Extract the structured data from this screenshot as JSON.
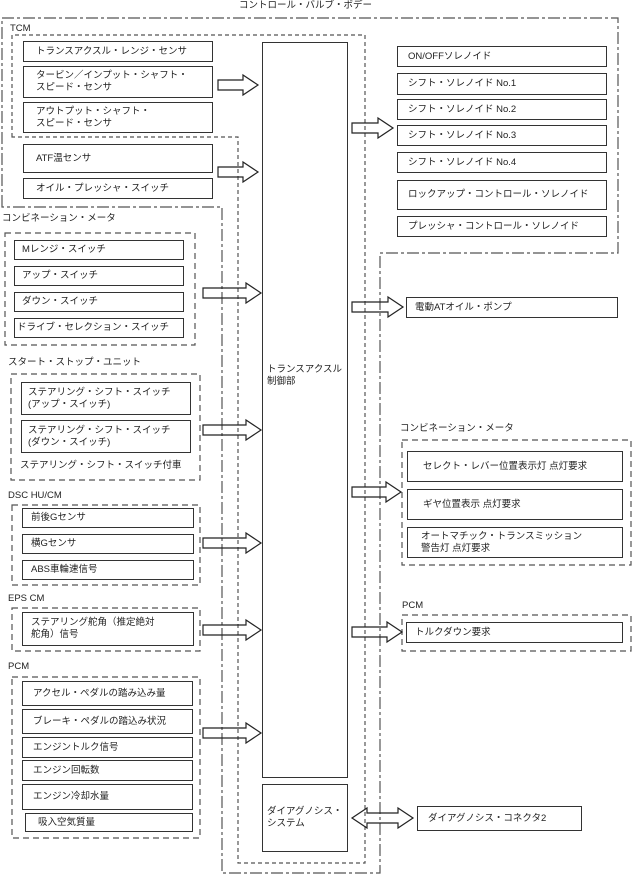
{
  "title": "コントロール・バルブ・ボデー",
  "central_unit": {
    "label": "トランスアクスル\n制御部"
  },
  "diagnosis_system": {
    "label": "ダイアグノシス・\nシステム"
  },
  "inputs": {
    "tcm": {
      "label": "TCM",
      "sensors": [
        "トランスアクスル・レンジ・センサ",
        "タービン／インプット・シャフト・\nスピード・センサ",
        "アウトプット・シャフト・\nスピード・センサ"
      ],
      "others": [
        "ATF温センサ",
        "オイル・プレッシャ・スイッチ"
      ]
    },
    "combination_meter": {
      "label": "コンビネーション・メータ",
      "items": [
        "Mレンジ・スイッチ",
        "アップ・スイッチ",
        "ダウン・スイッチ",
        "ドライブ・セレクション・スイッチ"
      ]
    },
    "start_stop_unit": {
      "label": "スタート・ストップ・ユニット",
      "items": [
        "ステアリング・シフト・スイッチ\n(アップ・スイッチ)",
        "ステアリング・シフト・スイッチ\n(ダウン・スイッチ)"
      ],
      "note": "ステアリング・シフト・スイッチ付車"
    },
    "dsc_hu_cm": {
      "label": "DSC HU/CM",
      "items": [
        "前後Gセンサ",
        "横Gセンサ",
        "ABS車輪速信号"
      ]
    },
    "eps_cm": {
      "label": "EPS CM",
      "items": [
        "ステアリング舵角（推定絶対\n舵角）信号"
      ]
    },
    "pcm": {
      "label": "PCM",
      "items": [
        "アクセル・ペダルの踏み込み量",
        "ブレーキ・ペダルの踏込み状況",
        "エンジントルク信号",
        "エンジン回転数",
        "エンジン冷却水量",
        "吸入空気質量"
      ]
    }
  },
  "outputs": {
    "solenoids": [
      "ON/OFFソレノイド",
      "シフト・ソレノイド No.1",
      "シフト・ソレノイド No.2",
      "シフト・ソレノイド No.3",
      "シフト・ソレノイド No.4",
      "ロックアップ・コントロール・ソレノイド",
      "プレッシャ・コントロール・ソレノイド"
    ],
    "electric_oil_pump": "電動ATオイル・ポンプ",
    "combination_meter": {
      "label": "コンビネーション・メータ",
      "items": [
        "セレクト・レバー位置表示灯 点灯要求",
        "ギヤ位置表示 点灯要求",
        "オートマチック・トランスミッション\n警告灯 点灯要求"
      ]
    },
    "pcm": {
      "label": "PCM",
      "items": [
        "トルクダウン要求"
      ]
    }
  },
  "diagnosis_connector": "ダイアグノシス・コネクタ2"
}
